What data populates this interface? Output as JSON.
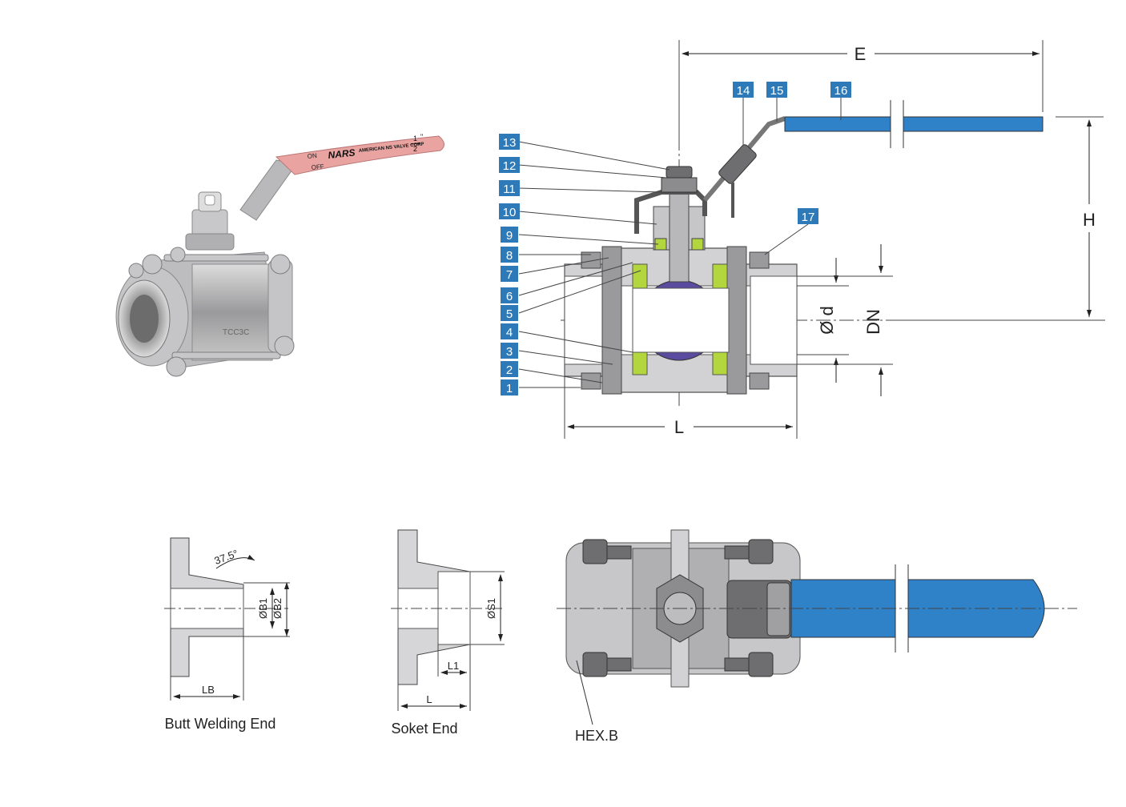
{
  "product_photo": {
    "handle_text": {
      "on": "ON",
      "off": "OFF",
      "brand": "NARS",
      "maker": "AMERICAN NS VALVE CORP",
      "size_num": "1",
      "size_den": "2",
      "size_inch": "\""
    },
    "body_mark": "TCC3C"
  },
  "dimensions": {
    "E": "E",
    "H": "H",
    "L": "L",
    "DN": "DN",
    "d": "Ø d"
  },
  "part_numbers": [
    "1",
    "2",
    "3",
    "4",
    "5",
    "6",
    "7",
    "8",
    "9",
    "10",
    "11",
    "12",
    "13",
    "14",
    "15",
    "16",
    "17"
  ],
  "details": {
    "butt_welding": {
      "caption": "Butt Welding End",
      "angle": "37.5°",
      "b1": "ØB1",
      "b2": "ØB2",
      "lb": "LB"
    },
    "socket": {
      "caption": "Soket End",
      "s1": "ØS1",
      "l1": "L1",
      "l": "L"
    },
    "top_view": {
      "hex_label": "HEX.B"
    }
  },
  "colors": {
    "tag": "#2e7ab8",
    "handle_blue": "#2f82c8",
    "handle_pink": "#e9a3a0",
    "seat_green": "#b3d63f",
    "ball_purple": "#5a4b9e",
    "metal": "#a9a9ab",
    "metal_dark": "#6e6e70"
  }
}
